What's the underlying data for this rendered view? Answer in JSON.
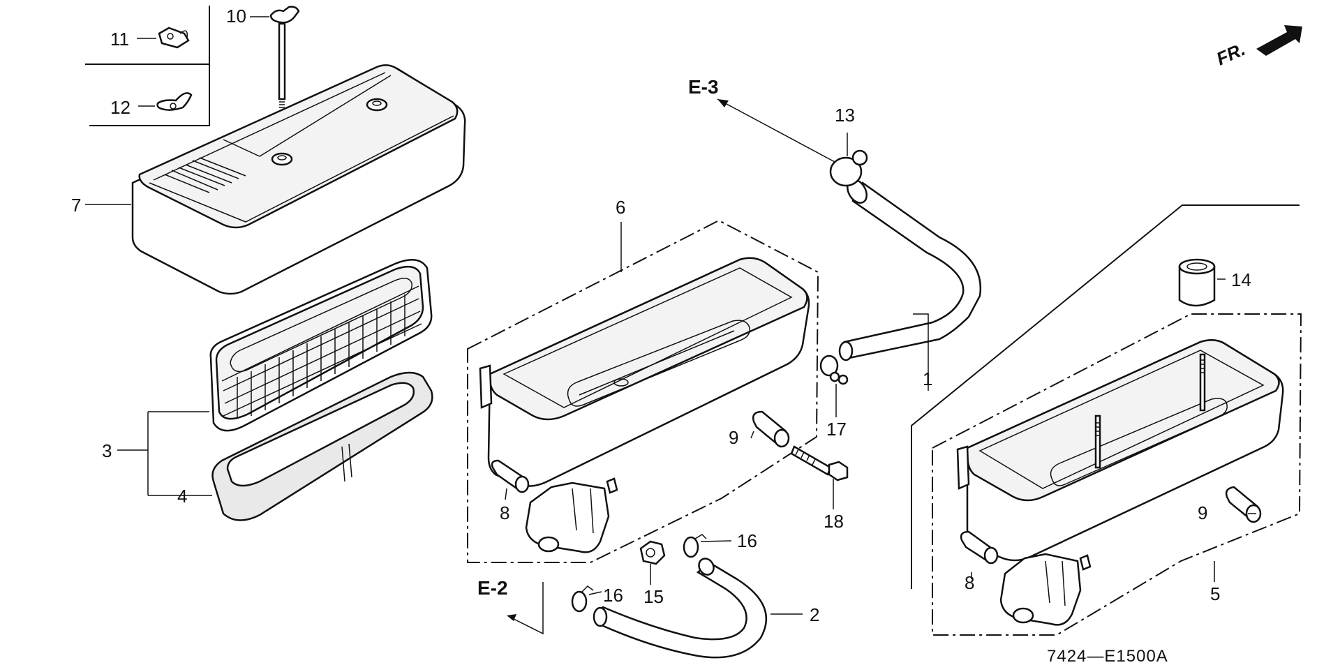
{
  "diagram": {
    "drawing_code": "7424—E1500A",
    "direction_label": "FR.",
    "references": {
      "e3": "E-3",
      "e2": "E-2"
    },
    "callouts": {
      "c1": "1",
      "c2": "2",
      "c3": "3",
      "c4": "4",
      "c5": "5",
      "c6": "6",
      "c7": "7",
      "c8a": "8",
      "c8b": "8",
      "c9a": "9",
      "c9b": "9",
      "c10": "10",
      "c11": "11",
      "c12": "12",
      "c13": "13",
      "c14": "14",
      "c15": "15",
      "c16a": "16",
      "c16b": "16",
      "c17": "17",
      "c18": "18"
    }
  }
}
